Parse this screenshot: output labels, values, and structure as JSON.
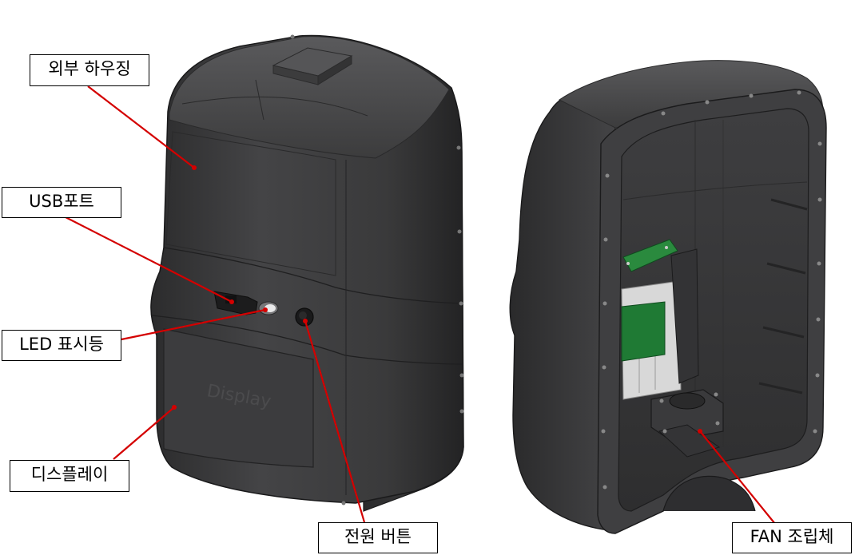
{
  "labels": {
    "housing": "외부 하우징",
    "usb": "USB포트",
    "led": "LED 표시등",
    "display": "디스플레이",
    "power": "전원 버튼",
    "fan": "FAN 조립체"
  },
  "device_print": "Display",
  "colors": {
    "leader": "#d40000",
    "body": "#3b3b3c",
    "green_board": "#1f7a34"
  }
}
